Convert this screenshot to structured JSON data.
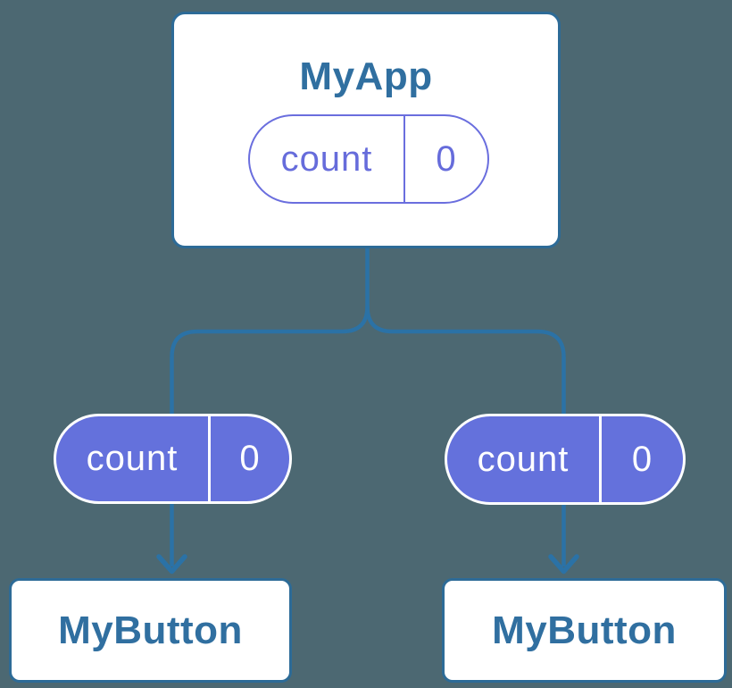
{
  "diagram": {
    "type": "component-tree",
    "root": {
      "title": "MyApp",
      "state": {
        "name": "count",
        "value": "0"
      }
    },
    "children": [
      {
        "title": "MyButton",
        "prop": {
          "name": "count",
          "value": "0"
        }
      },
      {
        "title": "MyButton",
        "prop": {
          "name": "count",
          "value": "0"
        }
      }
    ],
    "colors": {
      "background": "#4c6872",
      "box_border": "#2d6b97",
      "label_text": "#306fa0",
      "connector": "#2b72a6",
      "purple_outline": "#6a6ede",
      "purple_fill": "#6471dc",
      "pill_text_on_fill": "#ffffff"
    }
  }
}
